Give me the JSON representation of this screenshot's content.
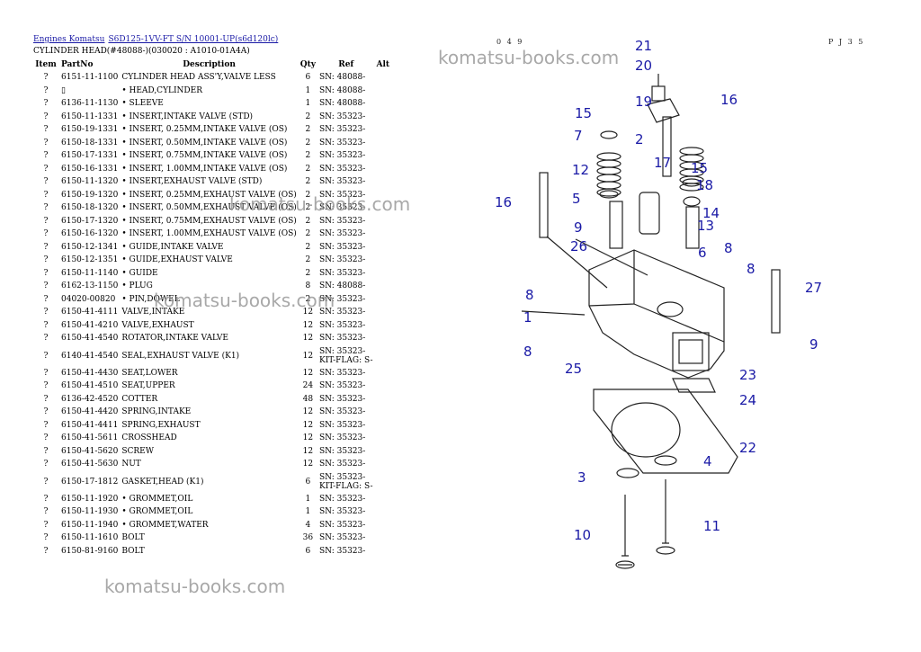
{
  "breadcrumb": {
    "link1": "Engines Komatsu",
    "link2": "S6D125-1VV-FT S/N 10001-UP(s6d120lc)"
  },
  "subtitle": "CYLINDER HEAD(#48088-)(030020 : A1010-01A4A)",
  "page_code": "0 4 9",
  "page_ref": "P J 3 5",
  "watermark": "komatsu-books.com",
  "table": {
    "headers": [
      "Item",
      "PartNo",
      "Description",
      "Qty",
      "Ref",
      "Alt"
    ],
    "rows": [
      {
        "item": "?",
        "part": "6151-11-1100",
        "desc": "CYLINDER HEAD ASS'Y,VALVE LESS",
        "qty": "6",
        "ref": "SN: 48088-",
        "ref2": ""
      },
      {
        "item": "?",
        "part": "▯",
        "desc": "• HEAD,CYLINDER",
        "qty": "1",
        "ref": "SN: 48088-",
        "ref2": ""
      },
      {
        "item": "?",
        "part": "6136-11-1130",
        "desc": "• SLEEVE",
        "qty": "1",
        "ref": "SN: 48088-",
        "ref2": ""
      },
      {
        "item": "?",
        "part": "6150-11-1331",
        "desc": "• INSERT,INTAKE VALVE (STD)",
        "qty": "2",
        "ref": "SN: 35323-",
        "ref2": ""
      },
      {
        "item": "?",
        "part": "6150-19-1331",
        "desc": "• INSERT, 0.25MM,INTAKE VALVE (OS)",
        "qty": "2",
        "ref": "SN: 35323-",
        "ref2": ""
      },
      {
        "item": "?",
        "part": "6150-18-1331",
        "desc": "• INSERT, 0.50MM,INTAKE VALVE (OS)",
        "qty": "2",
        "ref": "SN: 35323-",
        "ref2": ""
      },
      {
        "item": "?",
        "part": "6150-17-1331",
        "desc": "• INSERT, 0.75MM,INTAKE VALVE (OS)",
        "qty": "2",
        "ref": "SN: 35323-",
        "ref2": ""
      },
      {
        "item": "?",
        "part": "6150-16-1331",
        "desc": "• INSERT, 1.00MM,INTAKE VALVE (OS)",
        "qty": "2",
        "ref": "SN: 35323-",
        "ref2": ""
      },
      {
        "item": "?",
        "part": "6150-11-1320",
        "desc": "• INSERT,EXHAUST VALVE (STD)",
        "qty": "2",
        "ref": "SN: 35323-",
        "ref2": ""
      },
      {
        "item": "?",
        "part": "6150-19-1320",
        "desc": "• INSERT, 0.25MM,EXHAUST VALVE (OS)",
        "qty": "2",
        "ref": "SN: 35323-",
        "ref2": ""
      },
      {
        "item": "?",
        "part": "6150-18-1320",
        "desc": "• INSERT, 0.50MM,EXHAUST VALVE (OS)",
        "qty": "2",
        "ref": "SN: 35323-",
        "ref2": ""
      },
      {
        "item": "?",
        "part": "6150-17-1320",
        "desc": "• INSERT, 0.75MM,EXHAUST VALVE (OS)",
        "qty": "2",
        "ref": "SN: 35323-",
        "ref2": ""
      },
      {
        "item": "?",
        "part": "6150-16-1320",
        "desc": "• INSERT, 1.00MM,EXHAUST VALVE (OS)",
        "qty": "2",
        "ref": "SN: 35323-",
        "ref2": ""
      },
      {
        "item": "?",
        "part": "6150-12-1341",
        "desc": "• GUIDE,INTAKE VALVE",
        "qty": "2",
        "ref": "SN: 35323-",
        "ref2": ""
      },
      {
        "item": "?",
        "part": "6150-12-1351",
        "desc": "• GUIDE,EXHAUST VALVE",
        "qty": "2",
        "ref": "SN: 35323-",
        "ref2": ""
      },
      {
        "item": "?",
        "part": "6150-11-1140",
        "desc": "• GUIDE",
        "qty": "2",
        "ref": "SN: 35323-",
        "ref2": ""
      },
      {
        "item": "?",
        "part": "6162-13-1150",
        "desc": "• PLUG",
        "qty": "8",
        "ref": "SN: 48088-",
        "ref2": ""
      },
      {
        "item": "?",
        "part": "04020-00820",
        "desc": "• PIN,DOWEL",
        "qty": "2",
        "ref": "SN: 35323-",
        "ref2": ""
      },
      {
        "item": "?",
        "part": "6150-41-4111",
        "desc": "VALVE,INTAKE",
        "qty": "12",
        "ref": "SN: 35323-",
        "ref2": ""
      },
      {
        "item": "?",
        "part": "6150-41-4210",
        "desc": "VALVE,EXHAUST",
        "qty": "12",
        "ref": "SN: 35323-",
        "ref2": ""
      },
      {
        "item": "?",
        "part": "6150-41-4540",
        "desc": "ROTATOR,INTAKE VALVE",
        "qty": "12",
        "ref": "SN: 35323-",
        "ref2": ""
      },
      {
        "item": "?",
        "part": "6140-41-4540",
        "desc": "SEAL,EXHAUST VALVE (K1)",
        "qty": "12",
        "ref": "SN: 35323-",
        "ref2": "KIT-FLAG: S-"
      },
      {
        "item": "?",
        "part": "6150-41-4430",
        "desc": "SEAT,LOWER",
        "qty": "12",
        "ref": "SN: 35323-",
        "ref2": ""
      },
      {
        "item": "?",
        "part": "6150-41-4510",
        "desc": "SEAT,UPPER",
        "qty": "24",
        "ref": "SN: 35323-",
        "ref2": ""
      },
      {
        "item": "?",
        "part": "6136-42-4520",
        "desc": "COTTER",
        "qty": "48",
        "ref": "SN: 35323-",
        "ref2": ""
      },
      {
        "item": "?",
        "part": "6150-41-4420",
        "desc": "SPRING,INTAKE",
        "qty": "12",
        "ref": "SN: 35323-",
        "ref2": ""
      },
      {
        "item": "?",
        "part": "6150-41-4411",
        "desc": "SPRING,EXHAUST",
        "qty": "12",
        "ref": "SN: 35323-",
        "ref2": ""
      },
      {
        "item": "?",
        "part": "6150-41-5611",
        "desc": "CROSSHEAD",
        "qty": "12",
        "ref": "SN: 35323-",
        "ref2": ""
      },
      {
        "item": "?",
        "part": "6150-41-5620",
        "desc": "SCREW",
        "qty": "12",
        "ref": "SN: 35323-",
        "ref2": ""
      },
      {
        "item": "?",
        "part": "6150-41-5630",
        "desc": "NUT",
        "qty": "12",
        "ref": "SN: 35323-",
        "ref2": ""
      },
      {
        "item": "?",
        "part": "6150-17-1812",
        "desc": "GASKET,HEAD (K1)",
        "qty": "6",
        "ref": "SN: 35323-",
        "ref2": "KIT-FLAG: S-"
      },
      {
        "item": "?",
        "part": "6150-11-1920",
        "desc": "• GROMMET,OIL",
        "qty": "1",
        "ref": "SN: 35323-",
        "ref2": ""
      },
      {
        "item": "?",
        "part": "6150-11-1930",
        "desc": "• GROMMET,OIL",
        "qty": "1",
        "ref": "SN: 35323-",
        "ref2": ""
      },
      {
        "item": "?",
        "part": "6150-11-1940",
        "desc": "• GROMMET,WATER",
        "qty": "4",
        "ref": "SN: 35323-",
        "ref2": ""
      },
      {
        "item": "?",
        "part": "6150-11-1610",
        "desc": "BOLT",
        "qty": "36",
        "ref": "SN: 35323-",
        "ref2": ""
      },
      {
        "item": "?",
        "part": "6150-81-9160",
        "desc": "BOLT",
        "qty": "6",
        "ref": "SN: 35323-",
        "ref2": ""
      }
    ]
  },
  "diagram": {
    "callouts": [
      "21",
      "20",
      "19",
      "16",
      "15",
      "7",
      "2",
      "17",
      "12",
      "5",
      "9",
      "26",
      "16",
      "15",
      "18",
      "14",
      "13",
      "6",
      "8",
      "8",
      "27",
      "8",
      "1",
      "8",
      "9",
      "25",
      "23",
      "24",
      "22",
      "3",
      "4",
      "10",
      "11"
    ],
    "line_color": "#222222",
    "callout_color": "#1a1aa6"
  }
}
